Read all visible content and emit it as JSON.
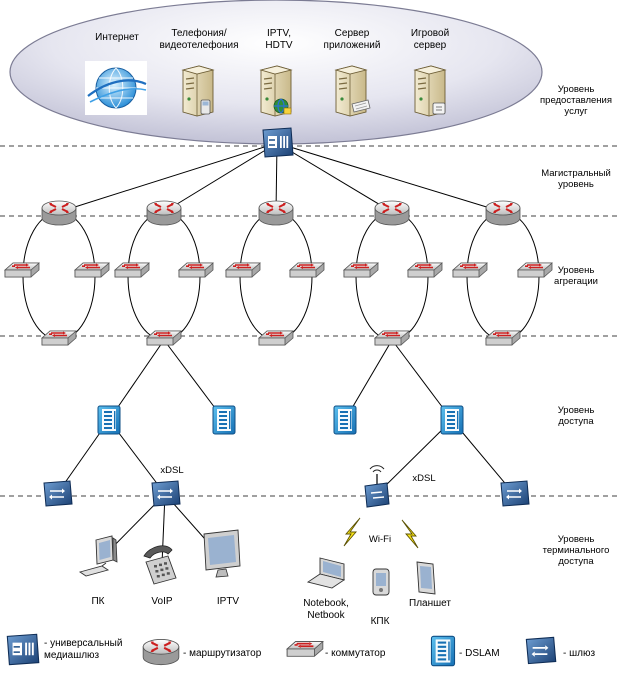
{
  "services": [
    {
      "id": "internet",
      "label": [
        "Интернет"
      ],
      "icon": "globe-icon"
    },
    {
      "id": "telephony",
      "label": [
        "Телефония/",
        "видеотелефония"
      ],
      "icon": "server-phone-icon"
    },
    {
      "id": "iptv",
      "label": [
        "IPTV,",
        "HDTV"
      ],
      "icon": "server-globe-icon"
    },
    {
      "id": "appserver",
      "label": [
        "Сервер",
        "приложений"
      ],
      "icon": "server-docs-icon"
    },
    {
      "id": "gameserver",
      "label": [
        "Игровой",
        "сервер"
      ],
      "icon": "server-gamepad-icon"
    }
  ],
  "levels": [
    {
      "id": "service",
      "label": [
        "Уровень",
        "предоставления",
        "услуг"
      ]
    },
    {
      "id": "backbone",
      "label": [
        "Магистральный",
        "уровень"
      ]
    },
    {
      "id": "aggregation",
      "label": [
        "Уровень",
        "агрегации"
      ]
    },
    {
      "id": "access",
      "label": [
        "Уровень",
        "доступа"
      ]
    },
    {
      "id": "terminal",
      "label": [
        "Уровень",
        "терминального",
        "доступа"
      ]
    }
  ],
  "link_labels": {
    "xdsl_left": "xDSL",
    "xdsl_right": "xDSL",
    "wifi": "Wi-Fi"
  },
  "terminals": [
    {
      "id": "pc",
      "label": [
        "ПК"
      ],
      "icon": "pc-icon"
    },
    {
      "id": "voip",
      "label": [
        "VoIP"
      ],
      "icon": "phone-icon"
    },
    {
      "id": "iptv",
      "label": [
        "IPTV"
      ],
      "icon": "monitor-icon"
    },
    {
      "id": "notebook",
      "label": [
        "Notebook,",
        "Netbook"
      ],
      "icon": "laptop-icon"
    },
    {
      "id": "kpk",
      "label": [
        "КПК"
      ],
      "icon": "pda-icon"
    },
    {
      "id": "tablet",
      "label": [
        "Планшет"
      ],
      "icon": "tablet-icon"
    }
  ],
  "legend": [
    {
      "id": "media-gateway",
      "label": [
        "- универсальный",
        "медиашлюз"
      ],
      "icon": "media-gateway-icon"
    },
    {
      "id": "router",
      "label": [
        "- маршрутизатор"
      ],
      "icon": "router-icon"
    },
    {
      "id": "switch",
      "label": [
        "- коммутатор"
      ],
      "icon": "switch-icon"
    },
    {
      "id": "dslam",
      "label": [
        "- DSLAM"
      ],
      "icon": "dslam-icon"
    },
    {
      "id": "gateway",
      "label": [
        "- шлюз"
      ],
      "icon": "gateway-icon"
    }
  ],
  "colors": {
    "router_arrow": "#cc1f1f",
    "switch_arrow": "#cc1f1f",
    "dslam": "#1f86c8",
    "gateway": "#1d4f86",
    "cloud_top": "#f5f5fb",
    "cloud_bottom": "#c9c9dc",
    "line": "#000000",
    "dash": "#404040"
  }
}
